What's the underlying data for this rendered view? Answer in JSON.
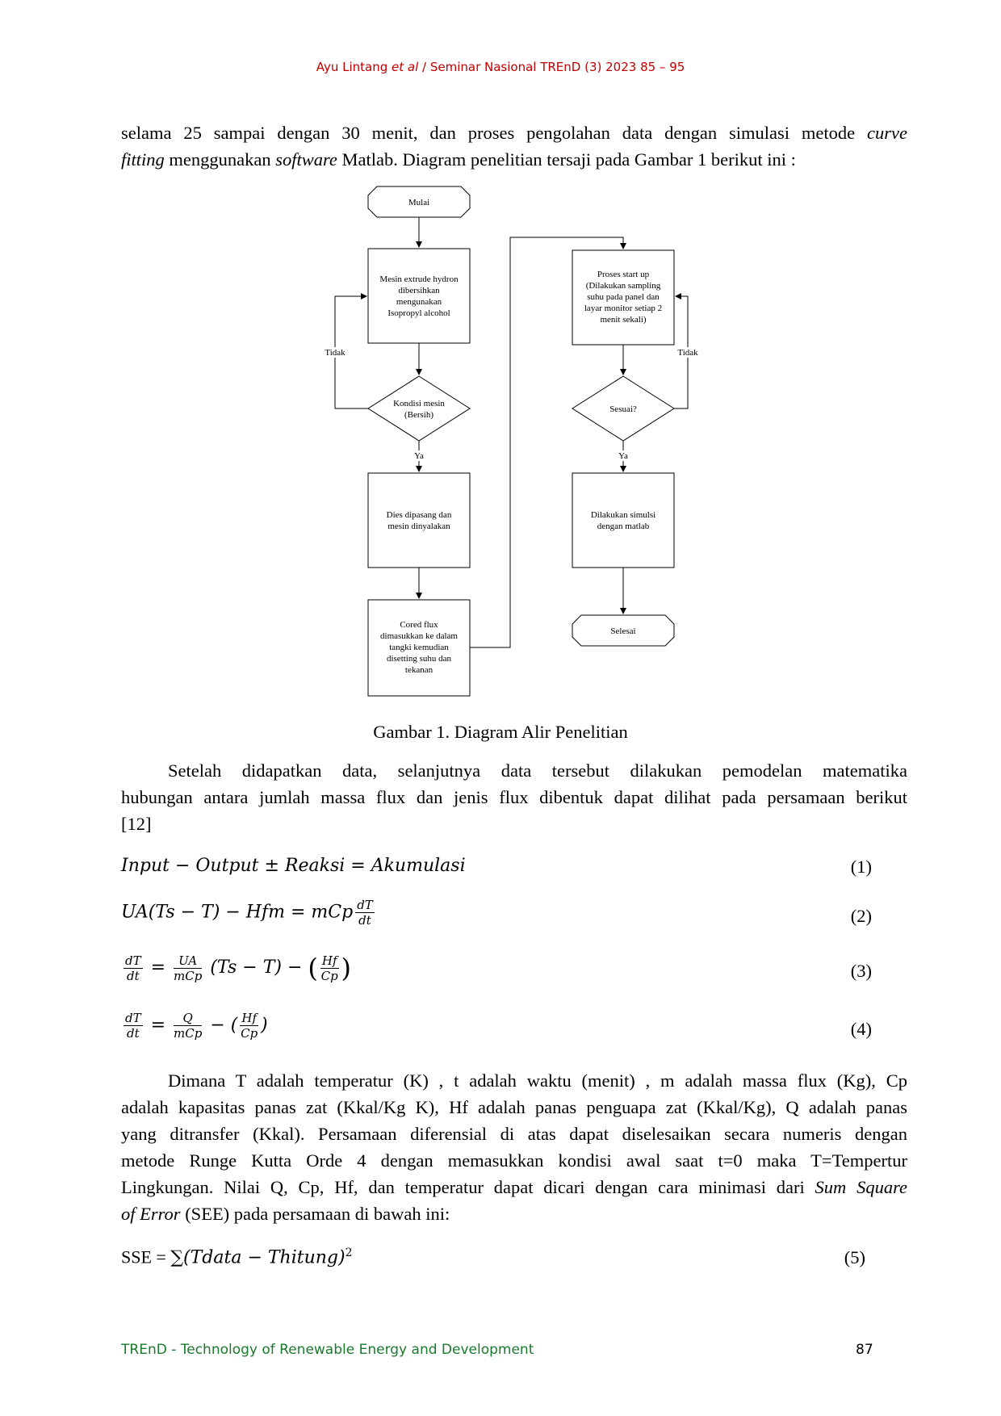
{
  "header": {
    "author": "Ayu Lintang ",
    "etal": "et al",
    "rest": " / Seminar Nasional TREnD (3) 2023 85 – 95"
  },
  "intro": {
    "l1a": "selama 25 sampai dengan 30 menit, dan proses pengolahan data dengan simulasi metode ",
    "l1b": "curve",
    "l2a": "fitting",
    "l2b": " menggunakan ",
    "l2c": "software",
    "l2d": " Matlab. Diagram penelitian tersaji pada Gambar 1 berikut ini :"
  },
  "flowchart": {
    "start": "Mulai",
    "box1": [
      "Mesin extrude hydron",
      "dibersihkan",
      "mengunakan",
      "Isopropyl alcohol"
    ],
    "tidak_left": "Tidak",
    "decision1": [
      "Kondisi mesin",
      "(Bersih)"
    ],
    "ya_left": "Ya",
    "box2": [
      "Dies dipasang dan",
      "mesin dinyalakan"
    ],
    "box3": [
      "Cored flux",
      "dimasukkan ke dalam",
      "tangki kemudian",
      "disetting suhu dan",
      "tekanan"
    ],
    "box4": [
      "Proses start up",
      "(Dilakukan sampling",
      "suhu pada panel dan",
      "layar monitor setiap 2",
      "menit sekali)"
    ],
    "tidak_right": "Tidak",
    "decision2": "Sesuai?",
    "ya_right": "Ya",
    "box5": [
      "Dilakukan simulsi",
      "dengan matlab"
    ],
    "end": "Selesai"
  },
  "caption": "Gambar  1. Diagram Alir Penelitian",
  "para2": [
    "Setelah didapatkan data, selanjutnya data tersebut dilakukan pemodelan matematika",
    "hubungan antara jumlah massa flux dan jenis flux dibentuk dapat dilihat pada persamaan berikut",
    "[12]"
  ],
  "equations": {
    "eq1": "Input − Output  ± Reaksi = Akumulasi",
    "eq1_num": "(1)",
    "eq2_lhs": "UA(Ts − T) − Hfm = mCp",
    "eq2_frac_num": "dT",
    "eq2_frac_den": "dt",
    "eq2_num": "(2)",
    "eq3_lhs_num": "dT",
    "eq3_lhs_den": "dt",
    "eq3_eq": " = ",
    "eq3_f1_num": "UA",
    "eq3_f1_den": "mCp",
    "eq3_mid": " (Ts − T) − ",
    "eq3_f2_num": "Hf",
    "eq3_f2_den": "Cp",
    "eq3_num": "(3)",
    "eq4_lhs_num": "dT",
    "eq4_lhs_den": "dt",
    "eq4_eq": " = ",
    "eq4_f1_num": "Q",
    "eq4_f1_den": "mCp",
    "eq4_mid": " − (",
    "eq4_f2_num": "Hf",
    "eq4_f2_den": "Cp",
    "eq4_close": ")",
    "eq4_num": "(4)",
    "eq5_a": "SSE = ",
    "eq5_b": "∑(Tdata − Thitung)",
    "eq5_sup": "2",
    "eq5_num": "(5)"
  },
  "para3": {
    "l1": "Dimana T adalah temperatur (K) , t adalah waktu (menit) , m adalah massa flux (Kg), Cp",
    "l2": "adalah kapasitas panas zat (Kkal/Kg K), Hf adalah panas penguapa zat (Kkal/Kg), Q adalah panas",
    "l3": "yang ditransfer (Kkal). Persamaan diferensial di atas dapat diselesaikan secara numeris dengan",
    "l4": "metode Runge Kutta Orde 4 dengan memasukkan kondisi awal saat t=0 maka T=Tempertur",
    "l5a": "Lingkungan. Nilai Q, Cp, Hf, dan temperatur dapat dicari dengan cara minimasi dari ",
    "l5b": "Sum Square",
    "l6a": "of Error",
    "l6b": " (SEE) pada persamaan di bawah ini:"
  },
  "footer": {
    "journal": "TREnD - Technology of Renewable Energy and Development",
    "page": "87"
  }
}
